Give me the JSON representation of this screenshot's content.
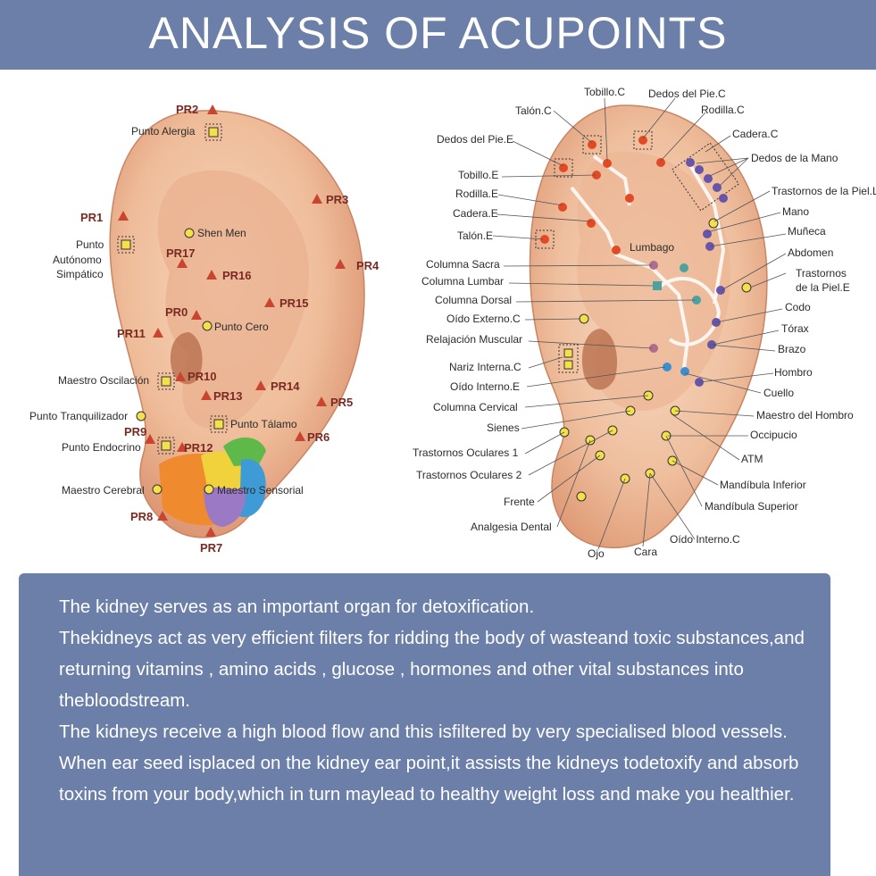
{
  "title": "ANALYSIS OF ACUPOINTS",
  "left_ear": {
    "labels": {
      "pr2": "PR2",
      "punto_alergia": "Punto Alergia",
      "pr3": "PR3",
      "pr1": "PR1",
      "punto_autonomo_1": "Punto",
      "punto_autonomo_2": "Autónomo",
      "punto_autonomo_3": "Simpático",
      "shen_men": "Shen Men",
      "pr17": "PR17",
      "pr4": "PR4",
      "pr16": "PR16",
      "pr15": "PR15",
      "pr0": "PR0",
      "punto_cero": "Punto Cero",
      "pr11": "PR11",
      "maestro_oscilacion": "Maestro Oscilación",
      "pr10": "PR10",
      "pr14": "PR14",
      "pr13": "PR13",
      "pr5": "PR5",
      "punto_tranquilizador": "Punto Tranquilizador",
      "punto_talamo": "Punto Tálamo",
      "pr9": "PR9",
      "pr6": "PR6",
      "punto_endocrino": "Punto Endocrino",
      "pr12": "PR12",
      "maestro_cerebral": "Maestro Cerebral",
      "maestro_sensorial": "Maestro Sensorial",
      "pr8": "PR8",
      "pr7": "PR7"
    }
  },
  "right_ear": {
    "labels": {
      "tobillo_c": "Tobillo.C",
      "dedos_pie_c": "Dedos del Pie.C",
      "talon_c": "Talón.C",
      "rodilla_c": "Rodilla.C",
      "cadera_c": "Cadera.C",
      "dedos_pie_e": "Dedos del Pie.E",
      "dedos_mano": "Dedos de la Mano",
      "tobillo_e": "Tobillo.E",
      "trastornos_piel_l": "Trastornos de la Piel.L",
      "rodilla_e": "Rodilla.E",
      "mano": "Mano",
      "cadera_e": "Cadera.E",
      "muneca": "Muñeca",
      "talon_e": "Talón.E",
      "lumbago": "Lumbago",
      "abdomen": "Abdomen",
      "columna_sacra": "Columna Sacra",
      "trastornos_piel_e_1": "Trastornos",
      "trastornos_piel_e_2": "de la Piel.E",
      "columna_lumbar": "Columna Lumbar",
      "columna_dorsal": "Columna Dorsal",
      "codo": "Codo",
      "oido_externo_c": "Oído Externo.C",
      "torax": "Tórax",
      "relajacion_muscular": "Relajación Muscular",
      "brazo": "Brazo",
      "nariz_interna_c": "Nariz Interna.C",
      "hombro": "Hombro",
      "oido_interno_e": "Oído Interno.E",
      "cuello": "Cuello",
      "columna_cervical": "Columna Cervical",
      "maestro_hombro": "Maestro del Hombro",
      "sienes": "Sienes",
      "occipucio": "Occipucio",
      "trastornos_oculares_1": "Trastornos Oculares 1",
      "atm": "ATM",
      "trastornos_oculares_2": "Trastornos Oculares 2",
      "mandibula_inferior": "Mandíbula Inferior",
      "frente": "Frente",
      "mandibula_superior": "Mandíbula Superior",
      "analgesia_dental": "Analgesia Dental",
      "oido_interno_c": "Oído Interno.C",
      "ojo": "Ojo",
      "cara": "Cara"
    }
  },
  "description": [
    "The kidney serves as an important organ for detoxification.",
    "Thekidneys act as very efficient filters for ridding the body of wasteand toxic substances,and returning vitamins , amino acids , glucose , hormones and other vital substances into thebloodstream.",
    "The kidneys receive a high blood flow and this isfiltered by very specialised blood vessels.",
    "When ear seed isplaced on the kidney ear point,it assists the kidneys todetoxify and absorb toxins from your body,which in turn maylead to healthy weight loss and make you healthier."
  ],
  "colors": {
    "banner": "#6b7fa8",
    "skin": "#f2c3a2",
    "point_yellow": "#f3e04a",
    "point_red": "#e24a26",
    "point_purple": "#6655a8",
    "pr_marker": "#c9452f"
  }
}
